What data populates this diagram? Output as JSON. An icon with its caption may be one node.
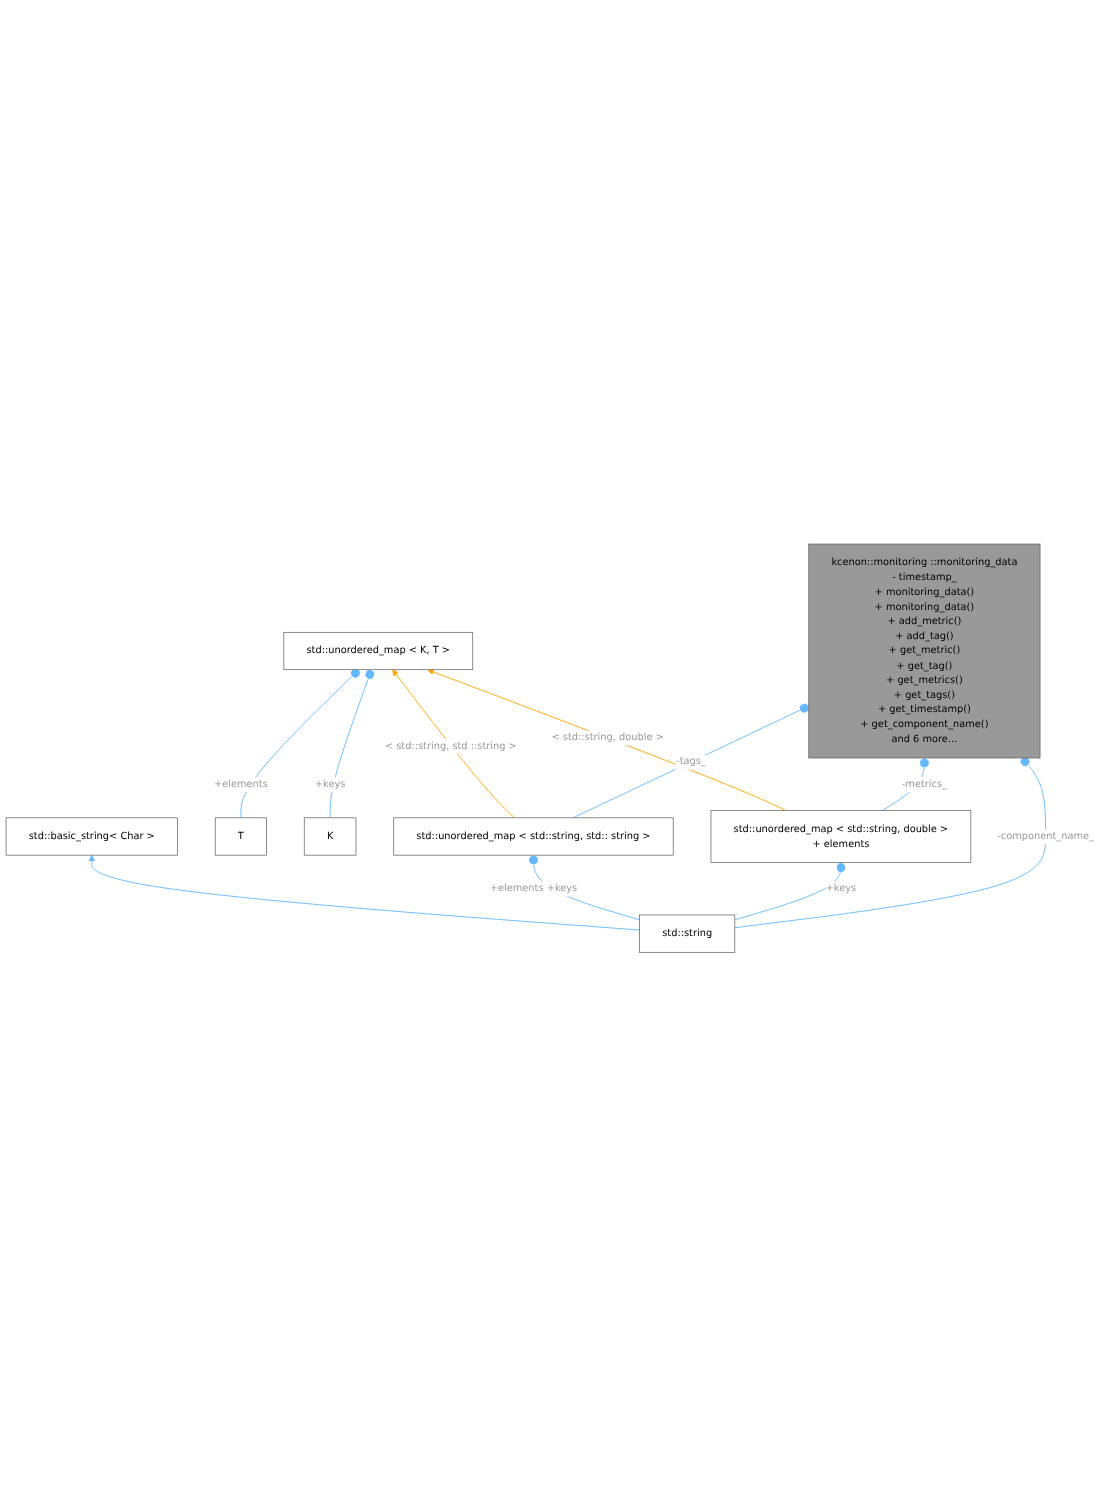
{
  "diagram": {
    "nodes": [
      {
        "text": [
          "std::basic_string< Char >"
        ]
      },
      {
        "text": [
          "T"
        ]
      },
      {
        "text": [
          "K"
        ]
      },
      {
        "text": [
          "std::string"
        ]
      },
      {
        "text": [
          "std::unordered_map < K, T >"
        ]
      },
      {
        "text": [
          "std::unordered_map < std::string, std:: string >"
        ]
      },
      {
        "text": [
          "std::unordered_map < std::string, double >",
          "+ elements"
        ]
      },
      {
        "text": [
          "kcenon::monitoring ::monitoring_data",
          "- timestamp_",
          "+ monitoring_data()",
          "+ monitoring_data()",
          "+ add_metric()",
          "+ add_tag()",
          "+ get_metric()",
          "+ get_tag()",
          "+ get_metrics()",
          "+ get_tags()",
          "+ get_timestamp()",
          "+ get_component_name()",
          "and 6 more..."
        ]
      }
    ],
    "edges": [
      {
        "from": 3,
        "to": 0,
        "arrow": "to"
      },
      {
        "from": 1,
        "to": 4,
        "arrow": "other",
        "label": "+elements"
      },
      {
        "from": 2,
        "to": 4,
        "arrow": "other",
        "label": "+keys"
      },
      {
        "from": 3,
        "to": 5,
        "arrow": "other",
        "label": "+elements +keys"
      },
      {
        "from": 3,
        "to": 6,
        "arrow": "other",
        "label": "+keys"
      },
      {
        "from": 5,
        "to": 4,
        "arrow": "to",
        "label": "< std::string, std ::string >",
        "color": "#ffa500"
      },
      {
        "from": 6,
        "to": 4,
        "arrow": "to",
        "label": "< std::string, double >",
        "color": "#ffa500"
      },
      {
        "from": 3,
        "to": 7,
        "arrow": "other",
        "label": "-component_name_"
      },
      {
        "from": 5,
        "to": 7,
        "arrow": "other",
        "label": "-tags_"
      },
      {
        "from": 6,
        "to": 7,
        "arrow": "other",
        "label": "-metrics_"
      }
    ]
  }
}
